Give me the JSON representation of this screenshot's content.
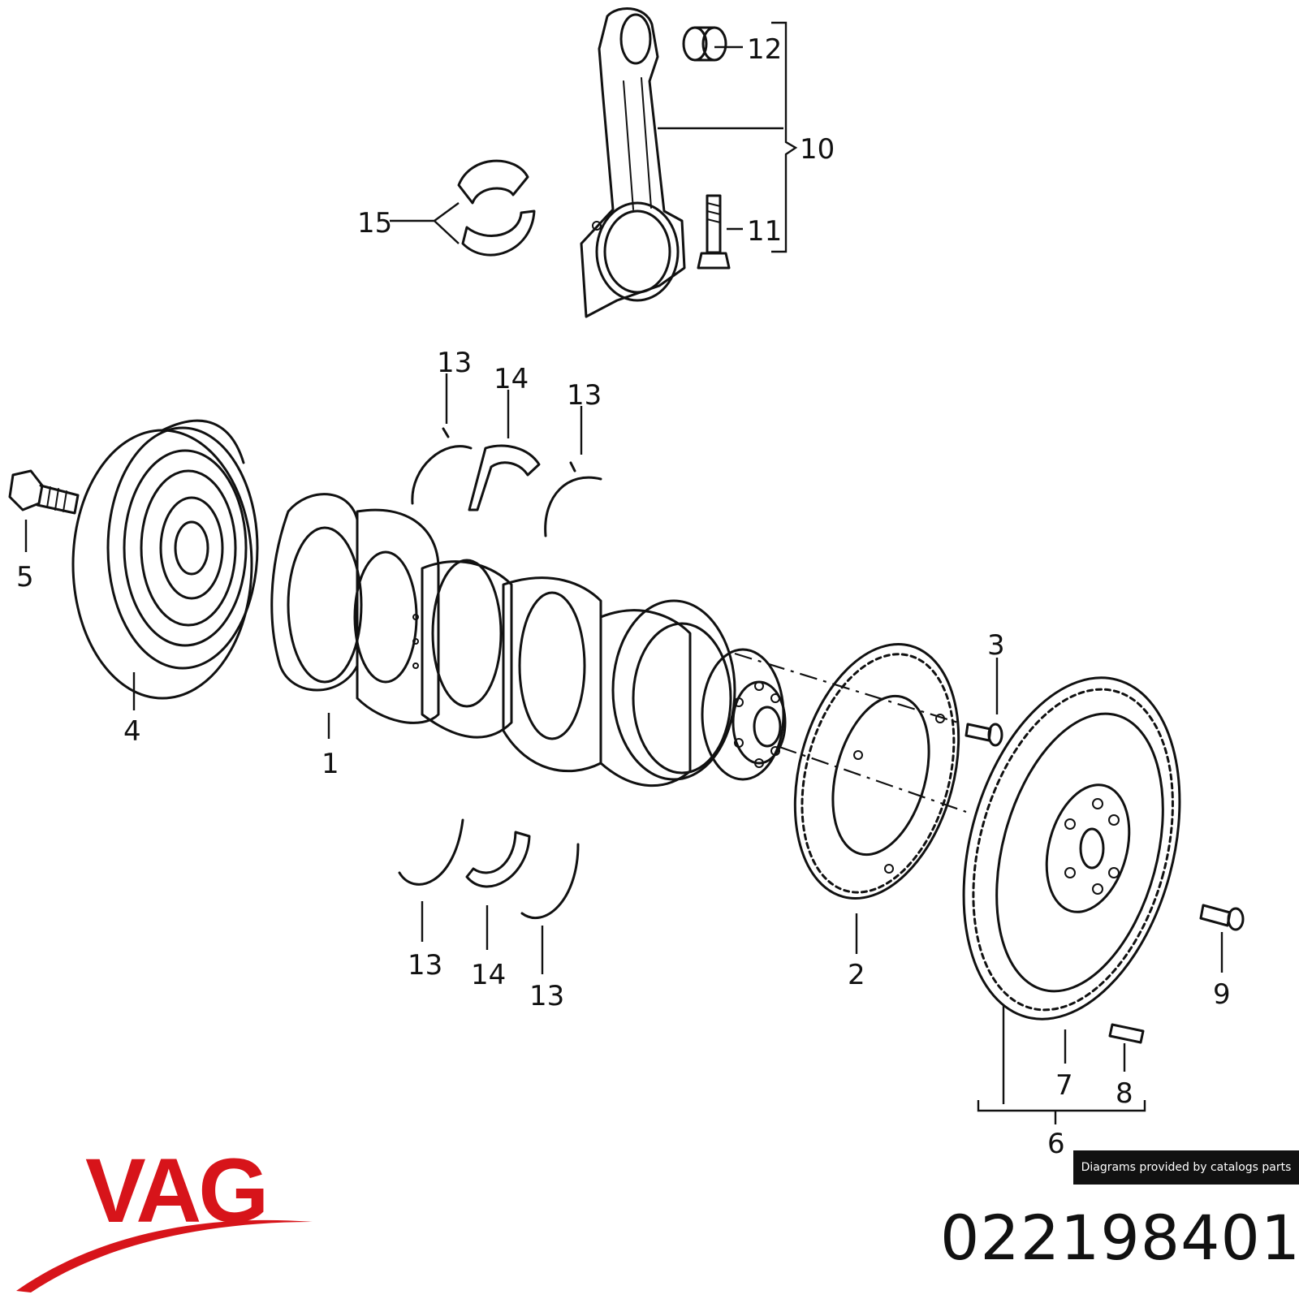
{
  "callouts": {
    "c1": "1",
    "c2": "2",
    "c3": "3",
    "c4": "4",
    "c5": "5",
    "c6": "6",
    "c7": "7",
    "c8": "8",
    "c9": "9",
    "c10": "10",
    "c11": "11",
    "c12": "12",
    "c13": "13",
    "c14": "14",
    "c15": "15"
  },
  "credit": "Diagrams provided by catalogs parts",
  "brand": {
    "name": "VAG",
    "color": "#d7141a"
  },
  "part_number": "022198401"
}
